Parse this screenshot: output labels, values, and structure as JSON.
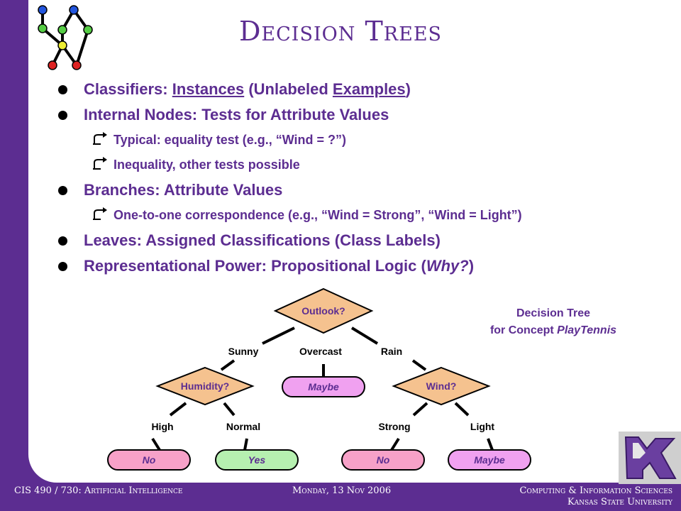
{
  "title": "Decision Trees",
  "bullets": [
    {
      "level": 1,
      "parts": [
        {
          "t": "Classifiers: "
        },
        {
          "t": "Instances",
          "u": true
        },
        {
          "t": " (Unlabeled "
        },
        {
          "t": "Examples",
          "u": true
        },
        {
          "t": ")"
        }
      ]
    },
    {
      "level": 1,
      "parts": [
        {
          "t": "Internal Nodes: Tests for Attribute Values"
        }
      ]
    },
    {
      "level": 2,
      "parts": [
        {
          "t": "Typical: equality test (e.g., “Wind = ?”)"
        }
      ]
    },
    {
      "level": 2,
      "parts": [
        {
          "t": "Inequality, other tests possible"
        }
      ]
    },
    {
      "level": 1,
      "parts": [
        {
          "t": "Branches: Attribute Values"
        }
      ]
    },
    {
      "level": 2,
      "parts": [
        {
          "t": "One-to-one correspondence (e.g., “Wind = Strong”, “Wind = Light”)"
        }
      ]
    },
    {
      "level": 1,
      "parts": [
        {
          "t": "Leaves: Assigned Classifications (Class Labels)"
        }
      ]
    },
    {
      "level": 1,
      "parts": [
        {
          "t": "Representational Power: Propositional Logic ("
        },
        {
          "t": "Why?",
          "i": true
        },
        {
          "t": ")"
        }
      ]
    }
  ],
  "tree": {
    "root": "Outlook?",
    "branch_labels": {
      "sunny": "Sunny",
      "overcast": "Overcast",
      "rain": "Rain",
      "high": "High",
      "normal": "Normal",
      "strong": "Strong",
      "light": "Light"
    },
    "nodes": {
      "humidity": "Humidity?",
      "wind": "Wind?"
    },
    "leaves": {
      "overcast": "Maybe",
      "high": "No",
      "normal": "Yes",
      "strong": "No",
      "light": "Maybe"
    }
  },
  "caption": {
    "line1": "Decision Tree",
    "line2_prefix": "for Concept ",
    "line2_italic": "PlayTennis"
  },
  "footer": {
    "course": "CIS 490 / 730: Artificial Intelligence",
    "date": "Monday, 13 Nov 2006",
    "dept": "Computing & Information Sciences",
    "univ": "Kansas State University"
  },
  "colors": {
    "accent": "#5c2d91",
    "node": "#f5c28f",
    "leaf_no": "#f7a1c8",
    "leaf_yes": "#b6f0b0",
    "leaf_maybe": "#f0a1f0"
  }
}
